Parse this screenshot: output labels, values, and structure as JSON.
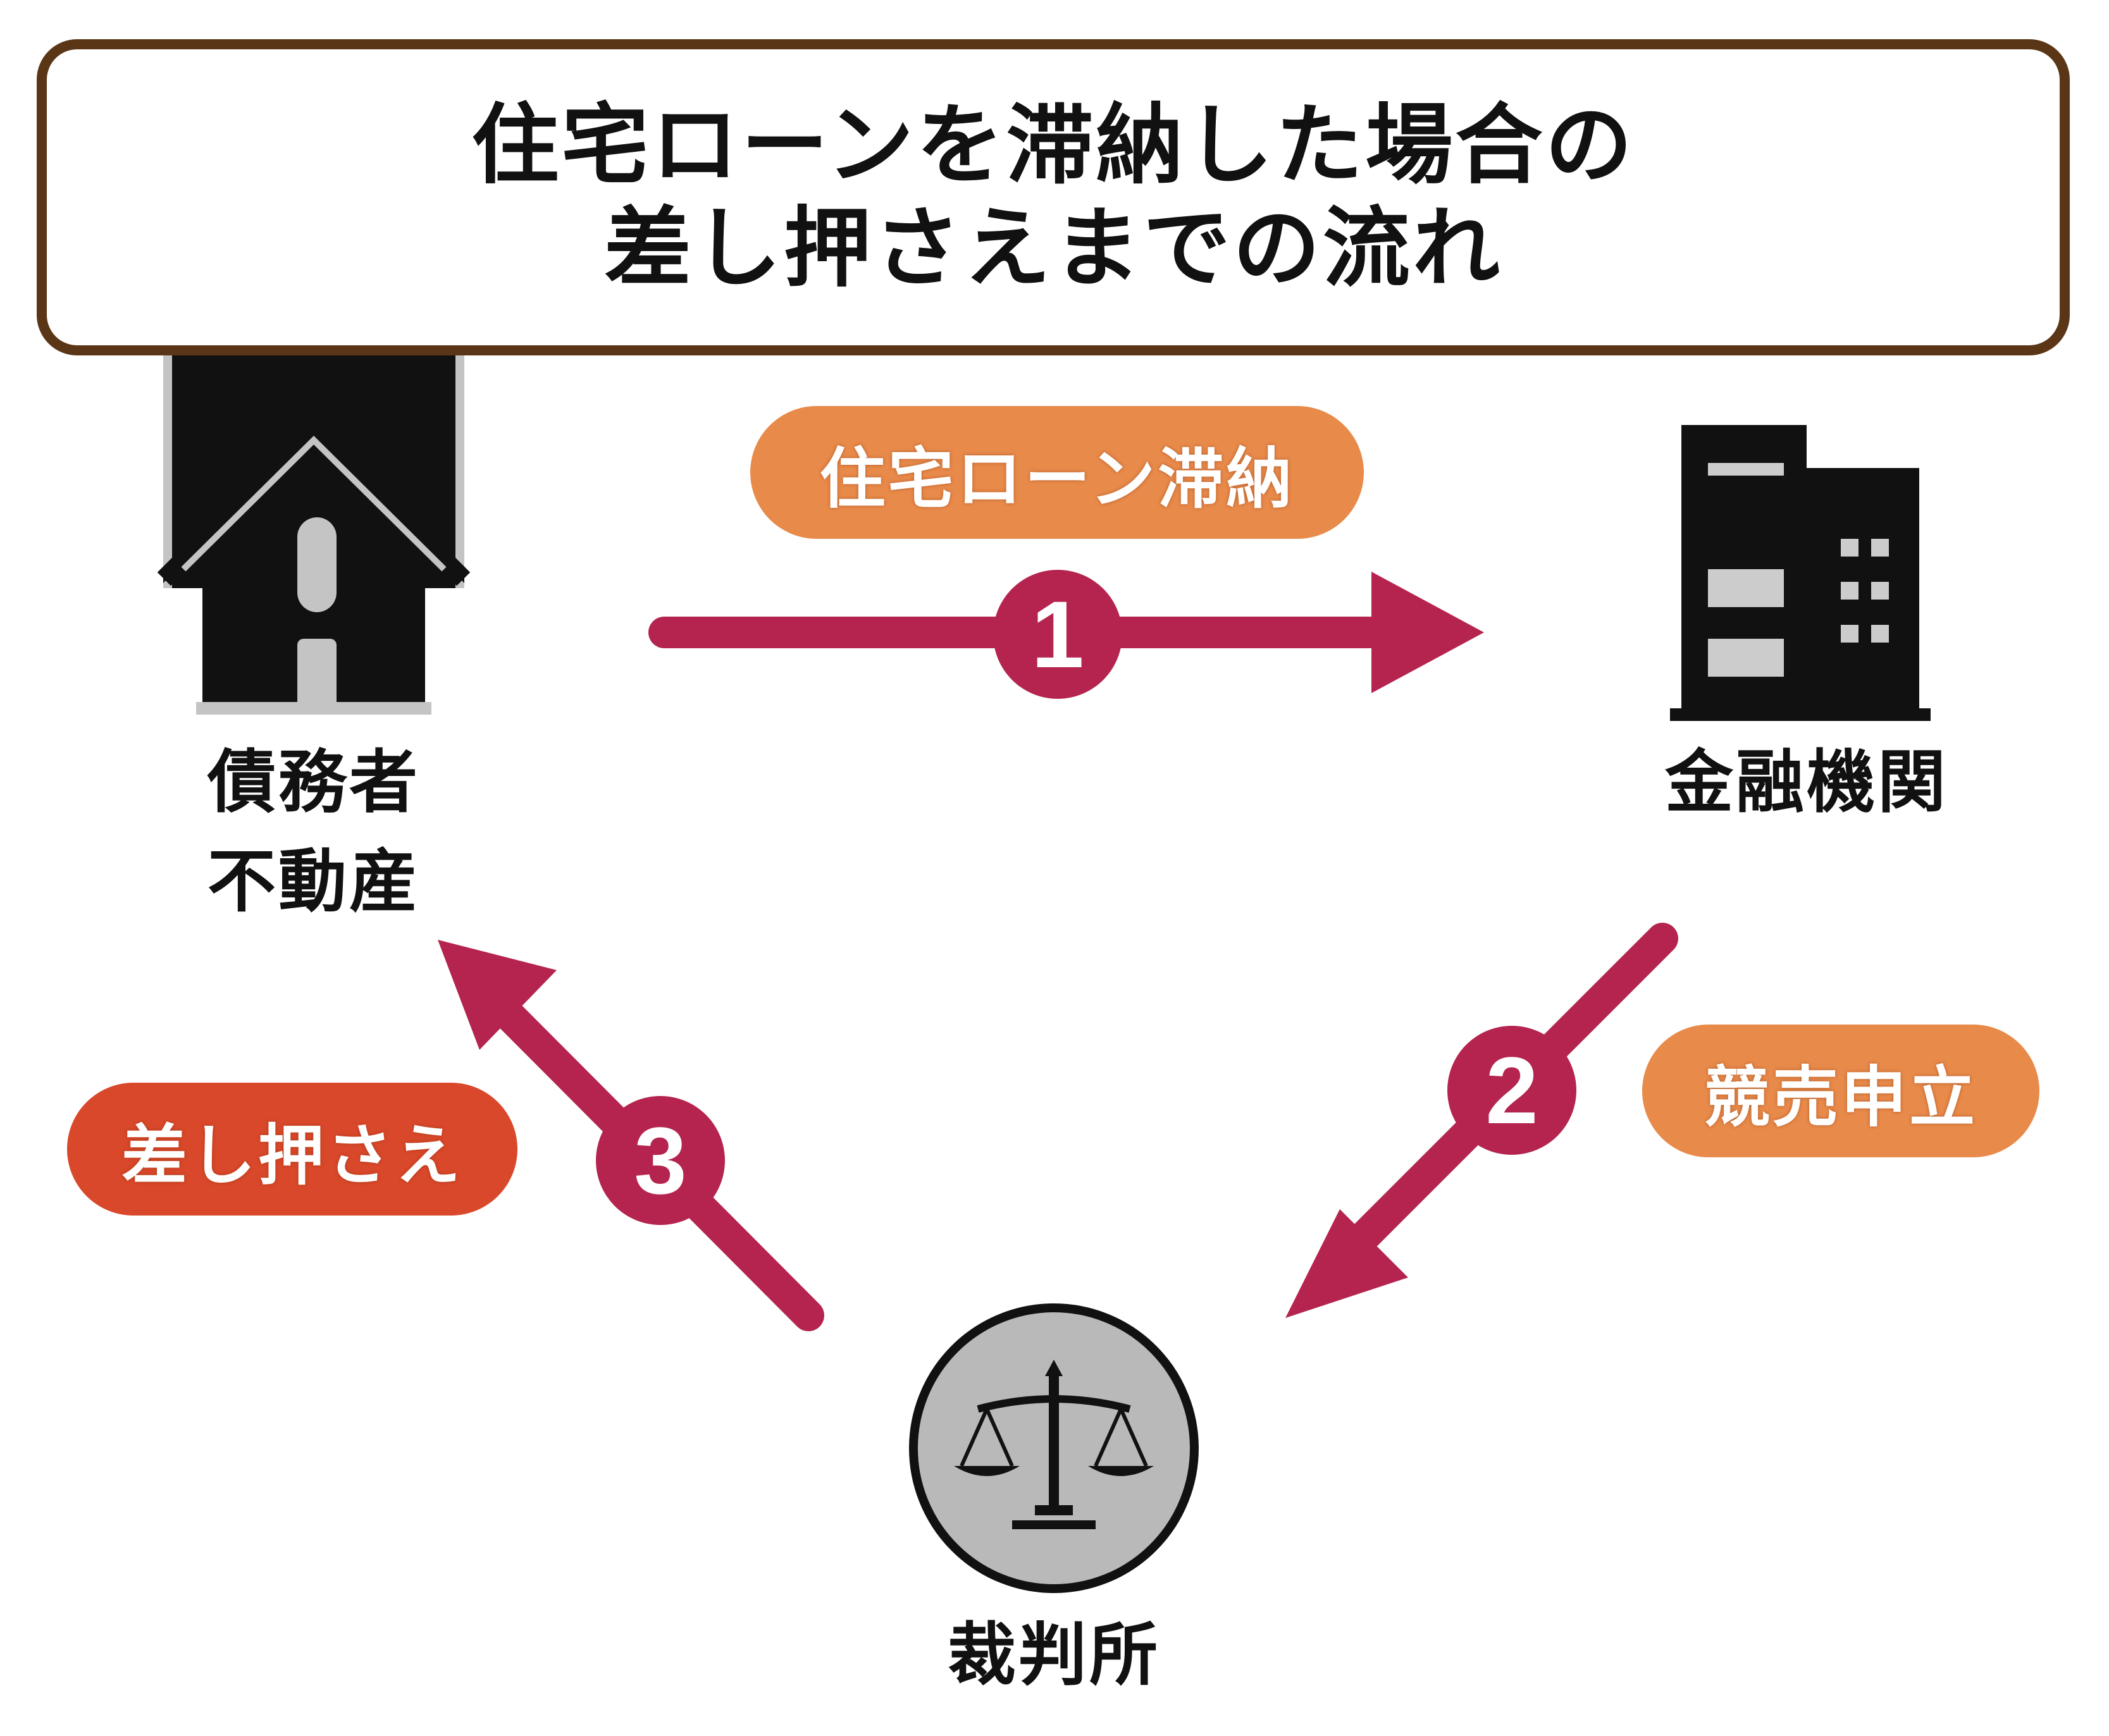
{
  "title": {
    "line1": "住宅ローンを滞納した場合の",
    "line2": "差し押さえまでの流れ"
  },
  "nodes": {
    "debtor": {
      "line1": "債務者",
      "line2": "不動産",
      "icon": "house-icon"
    },
    "bank": {
      "label": "金融機関",
      "icon": "building-icon"
    },
    "court": {
      "label": "裁判所",
      "icon": "scales-icon"
    }
  },
  "steps": [
    {
      "number": "1",
      "label": "住宅ローン滞納",
      "color": "#e88a4a"
    },
    {
      "number": "2",
      "label": "競売申立",
      "color": "#e88a4a"
    },
    {
      "number": "3",
      "label": "差し押さえ",
      "color": "#d9482a"
    }
  ],
  "colors": {
    "arrow": "#b4244e",
    "title_border": "#5a3516",
    "icon_dark": "#111111",
    "icon_light": "#c4c4c4"
  }
}
